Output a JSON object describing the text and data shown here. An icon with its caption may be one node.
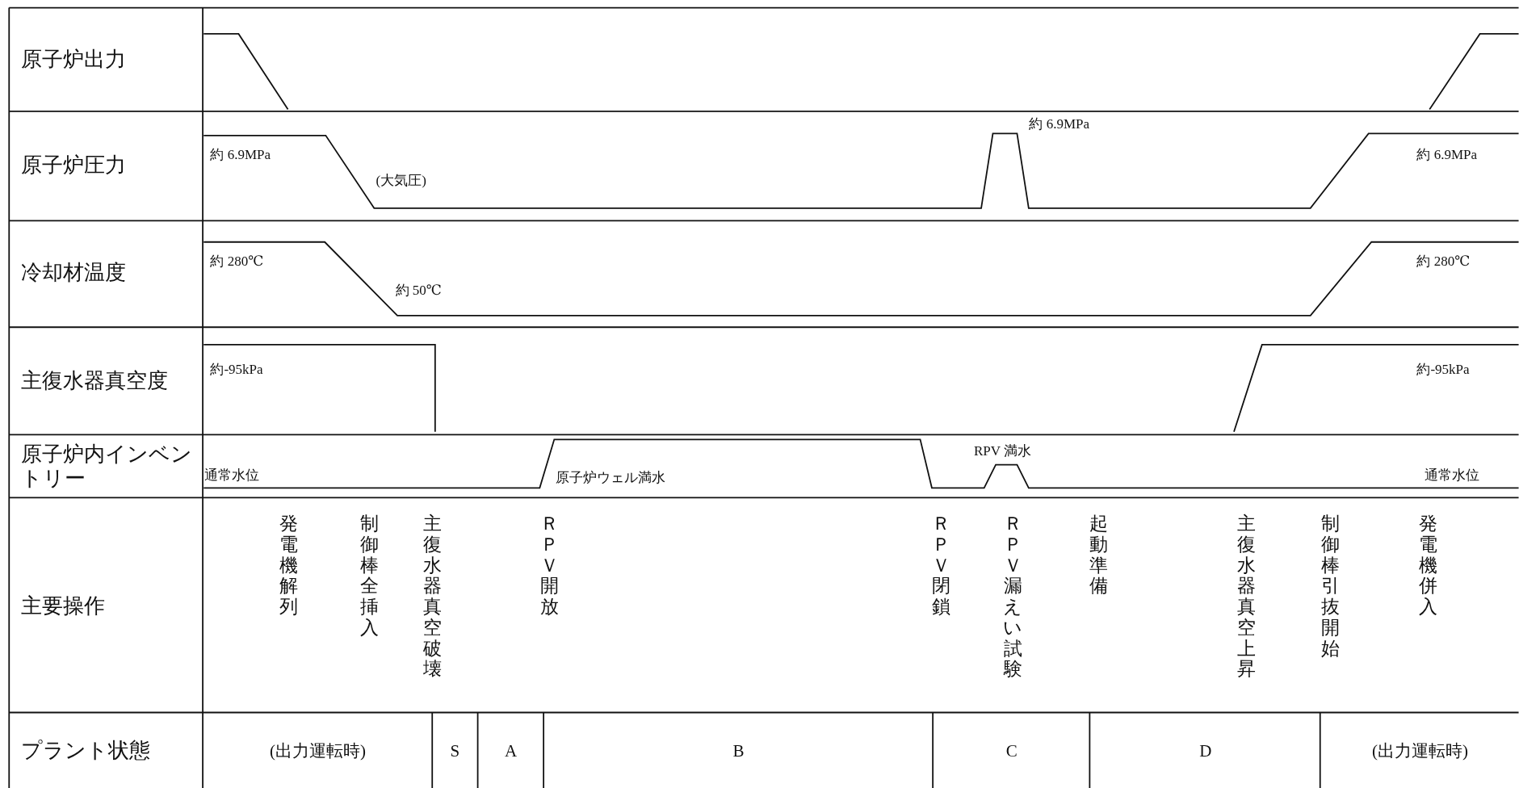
{
  "diagram": {
    "labels": [
      "原子炉出力",
      "原子炉圧力",
      "約 6.9MPa",
      "(大気圧)",
      "約 6.9MPa",
      "約 6.9MPa",
      "冷却材温度",
      "約 280℃",
      "約 50℃",
      "約 280℃",
      "主復水器真空度",
      "約-95kPa",
      "約-95kPa",
      "原子炉内インベントリー",
      "通常水位",
      "原子炉ウェル満水",
      "RPV 満水",
      "通常水位",
      "主要操作",
      "発電機解列",
      "制御棒全挿入",
      "主復水器真空破壊",
      "ＲＰＶ開放",
      "ＲＰＶ閉鎖",
      "ＲＰＶ漏えい試験",
      "起動準備",
      "主復水器真空上昇",
      "制御棒引抜開始",
      "発電機併入",
      "プラント状態",
      "(出力運転時)",
      "S",
      "A",
      "B",
      "C",
      "D",
      "(出力運転時)"
    ]
  }
}
